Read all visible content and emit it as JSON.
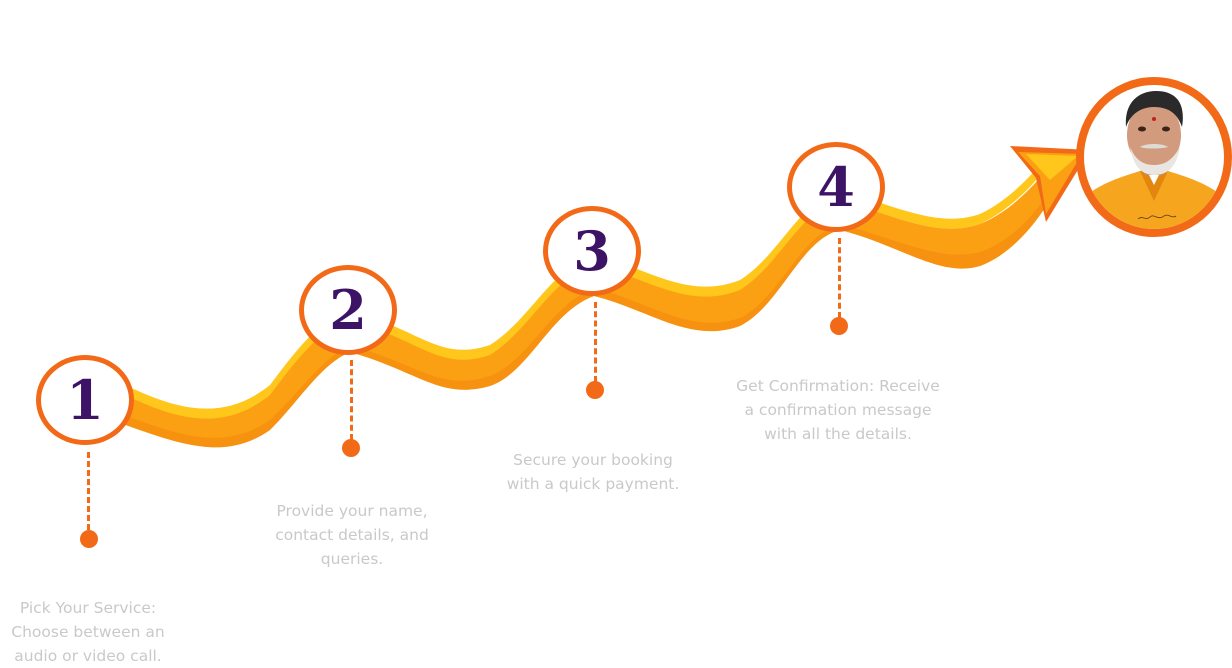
{
  "steps": [
    {
      "number": "1",
      "text": "Pick Your Service: Choose between an audio or video call."
    },
    {
      "number": "2",
      "text": "Provide your name, contact details, and queries."
    },
    {
      "number": "3",
      "text": "Secure your booking with a quick payment."
    },
    {
      "number": "4",
      "text": "Get Confirmation: Receive a confirmation message with all the details."
    }
  ],
  "colors": {
    "accent": "#f26a17",
    "ribbon": "#fba012",
    "ribbon_highlight": "#ffc61c",
    "number": "#3d1366",
    "text": "#c9c9c9"
  },
  "icons": {
    "arrow": "arrow-head-icon",
    "portrait": "portrait-avatar"
  }
}
